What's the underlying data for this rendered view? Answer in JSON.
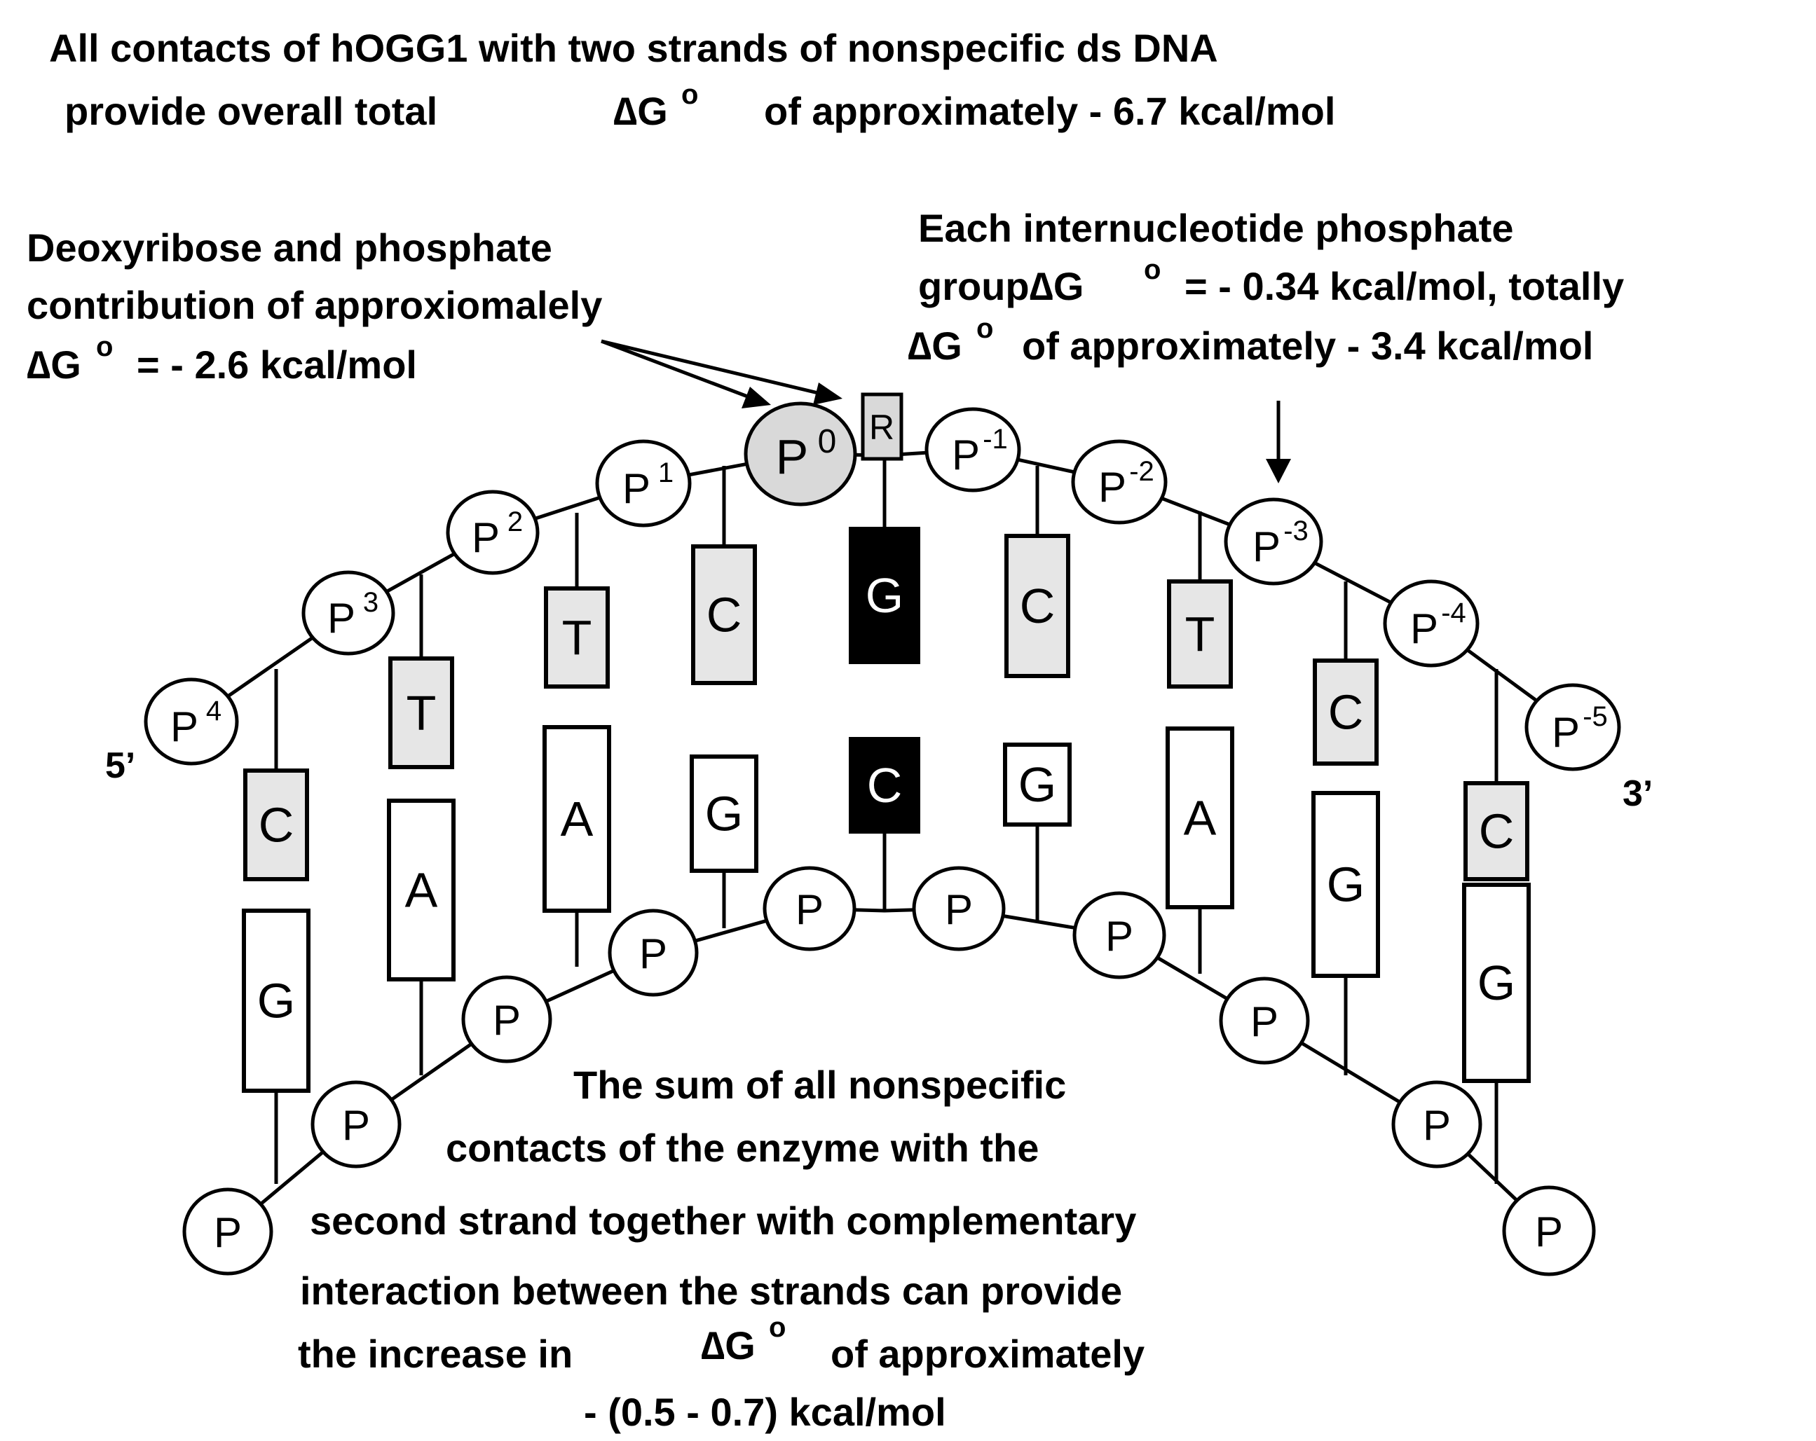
{
  "top_note": {
    "line1": "All contacts of hOGG1 with two  strands of nonspecific ds DNA",
    "line2_a": "provide overall total",
    "line2_dg": "∆G",
    "line2_sup": "o",
    "line2_b": "of approximately - 6.7 kcal/mol"
  },
  "left_note": {
    "line1": "Deoxyribose  and phosphate",
    "line2": "contribution of approxiomalely",
    "line3_dg": "∆G",
    "line3_sup": "o",
    "line3_b": "=  - 2.6 kcal/mol"
  },
  "right_note": {
    "line1": "Each internucleotide phosphate",
    "line2_a": "group∆G",
    "line2_sup": "o",
    "line2_b": "= -  0.34 kcal/mol, totally",
    "line3_dg": "∆G",
    "line3_sup": "o",
    "line3_b": "of approximately - 3.4 kcal/mol"
  },
  "bottom_note": {
    "line1": "The sum of all nonspecific",
    "line2": "contacts of the enzyme with the",
    "line3": "second strand together with complementary",
    "line4": "interaction between the strands can provide",
    "line5_a": "the increase in",
    "line5_dg": "∆G",
    "line5_sup": "o",
    "line5_b": "of approximately",
    "line6": "- (0.5 - 0.7) kcal/mol"
  },
  "strand_ends": {
    "five_prime": "5’",
    "three_prime": "3’"
  },
  "sugar_label": "R",
  "top_phosphates": [
    {
      "base": "P",
      "sup": "4"
    },
    {
      "base": "P",
      "sup": "3"
    },
    {
      "base": "P",
      "sup": "2"
    },
    {
      "base": "P",
      "sup": "1"
    },
    {
      "base": "P",
      "sup": "0",
      "highlight": true
    },
    {
      "base": "P",
      "sup": "-1"
    },
    {
      "base": "P",
      "sup": "-2"
    },
    {
      "base": "P",
      "sup": "-3"
    },
    {
      "base": "P",
      "sup": "-4"
    },
    {
      "base": "P",
      "sup": "-5"
    }
  ],
  "top_bases": [
    "C",
    "T",
    "T",
    "C",
    "G",
    "C",
    "T",
    "C",
    "C"
  ],
  "top_base_styles": [
    "gray",
    "gray",
    "gray",
    "gray",
    "black",
    "gray",
    "gray",
    "gray",
    "gray"
  ],
  "bottom_phosphates": [
    "P",
    "P",
    "P",
    "P",
    "P",
    "P",
    "P",
    "P",
    "P",
    "P"
  ],
  "bottom_bases": [
    "G",
    "A",
    "A",
    "G",
    "C",
    "G",
    "A",
    "G",
    "G"
  ],
  "bottom_base_styles": [
    "white",
    "white",
    "white",
    "white",
    "black",
    "white",
    "white",
    "white",
    "white"
  ],
  "colors": {
    "gray_fill": "#e6e6e6",
    "black_fill": "#000000",
    "white_fill": "#ffffff"
  }
}
